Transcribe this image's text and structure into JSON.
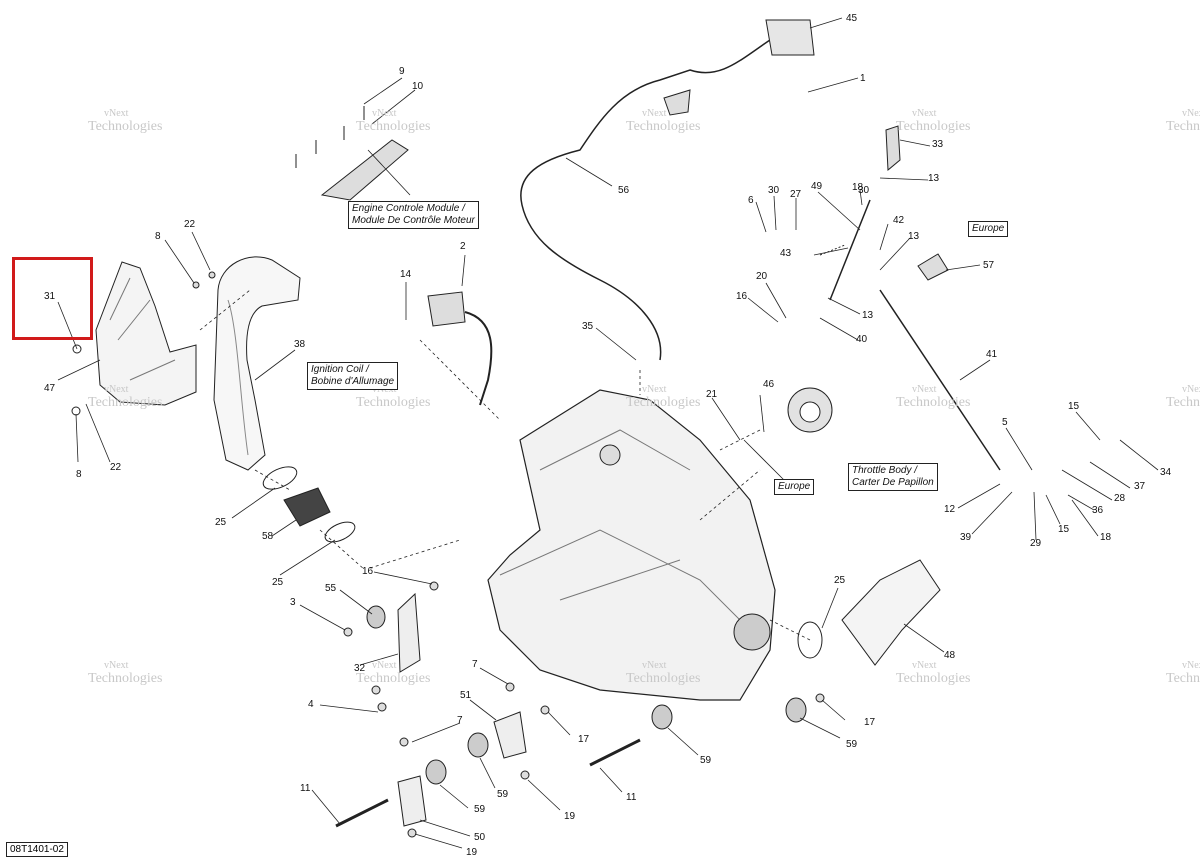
{
  "diagram_ref": "08T1401-02",
  "highlight": {
    "part": "31",
    "color": "#d11a1a"
  },
  "watermark": {
    "line1": "vNext",
    "line2": "Technologies"
  },
  "boxed_labels": {
    "ecm": [
      "Engine Controle Module /",
      "Module De Contrôle Moteur"
    ],
    "ignition": [
      "Ignition Coil /",
      "Bobine d'Allumage"
    ],
    "throttle": [
      "Throttle Body /",
      "Carter De Papillon"
    ],
    "europe": "Europe"
  },
  "callouts": {
    "n31": "31",
    "n47": "47",
    "n8a": "8",
    "n8b": "8",
    "n22a": "22",
    "n22b": "22",
    "n9": "9",
    "n10": "10",
    "n38": "38",
    "n25a": "25",
    "n25b": "25",
    "n25c": "25",
    "n58": "58",
    "n2": "2",
    "n14": "14",
    "n16a": "16",
    "n16b": "16",
    "n55": "55",
    "n3": "3",
    "n32": "32",
    "n4": "4",
    "n7a": "7",
    "n7b": "7",
    "n51": "51",
    "n17a": "17",
    "n17b": "17",
    "n11a": "11",
    "n11b": "11",
    "n59a": "59",
    "n59b": "59",
    "n59c": "59",
    "n59d": "59",
    "n19a": "19",
    "n19b": "19",
    "n50": "50",
    "n35": "35",
    "n56": "56",
    "n45": "45",
    "n1": "1",
    "n33": "33",
    "n13a": "13",
    "n13b": "13",
    "n13c": "13",
    "n18a": "18",
    "n18b": "18",
    "n30a": "30",
    "n30b": "30",
    "n27": "27",
    "n49": "49",
    "n6": "6",
    "n42": "42",
    "n43": "43",
    "n57": "57",
    "n20": "20",
    "n40": "40",
    "n41": "41",
    "n46": "46",
    "n21": "21",
    "n5": "5",
    "n15a": "15",
    "n15b": "15",
    "n34": "34",
    "n37": "37",
    "n28": "28",
    "n36": "36",
    "n12": "12",
    "n39": "39",
    "n29": "29",
    "n48": "48"
  }
}
